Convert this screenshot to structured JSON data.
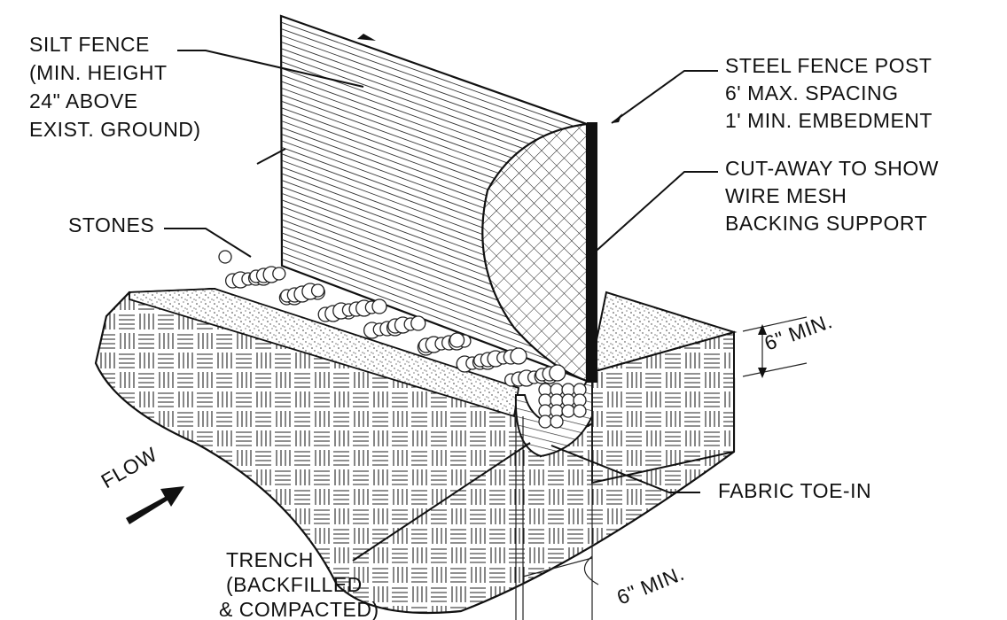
{
  "labels": {
    "silt_fence": [
      "SILT FENCE",
      "(MIN. HEIGHT",
      "24\" ABOVE",
      "EXIST. GROUND)"
    ],
    "steel_post": [
      "STEEL FENCE POST",
      "6' MAX. SPACING",
      "1' MIN. EMBEDMENT"
    ],
    "cutaway": [
      "CUT-AWAY TO SHOW",
      "WIRE MESH",
      "BACKING SUPPORT"
    ],
    "stones": "STONES",
    "depth_min": "6\" MIN.",
    "flow": "FLOW",
    "fabric_toe": "FABRIC TOE-IN",
    "trench": [
      "TRENCH",
      "(BACKFILLED",
      "& COMPACTED)"
    ],
    "width_min": "6\" MIN."
  }
}
